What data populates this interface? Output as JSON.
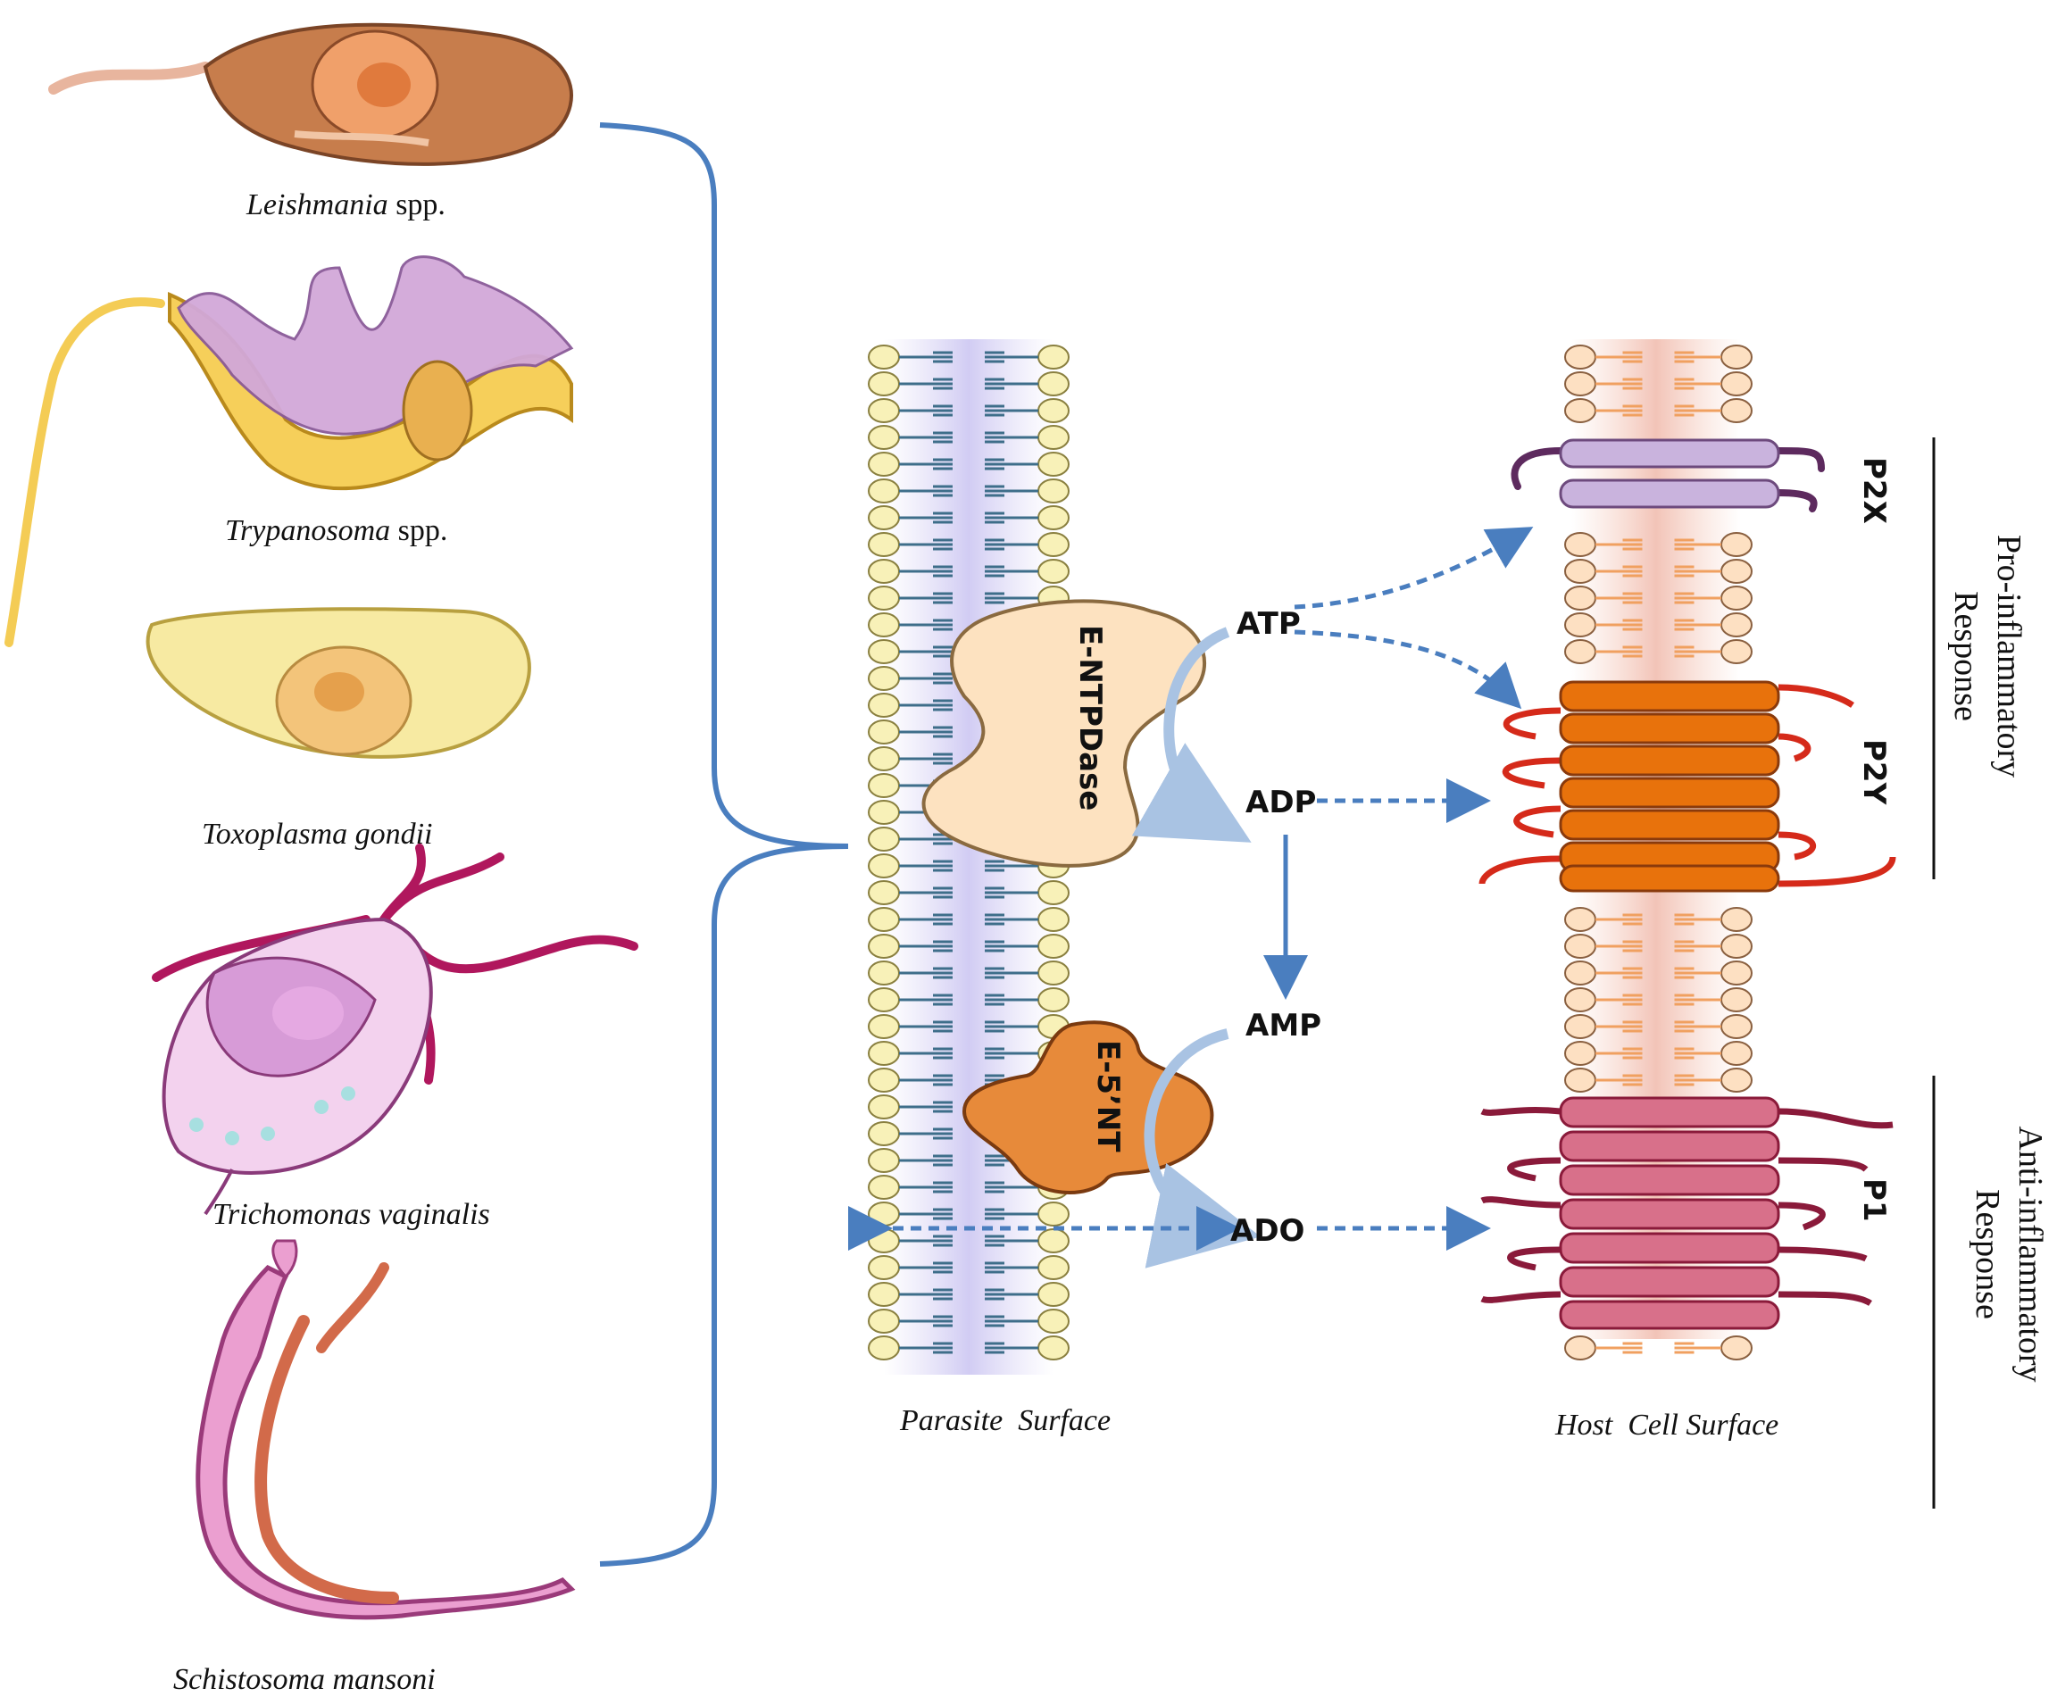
{
  "organisms": [
    {
      "genus": "Leishmania",
      "suffix": " spp."
    },
    {
      "genus": "Trypanosoma",
      "suffix": " spp."
    },
    {
      "genus": "Toxoplasma gondii",
      "suffix": ""
    },
    {
      "genus": "Trichomonas vaginalis",
      "suffix": ""
    },
    {
      "genus": "Schistosoma mansoni",
      "suffix": ""
    }
  ],
  "enzymes": {
    "entpdase": "E-NTPDase",
    "e5nt": "E-5’NT"
  },
  "metabolites": {
    "atp": "ATP",
    "adp": "ADP",
    "amp": "AMP",
    "ado": "ADO"
  },
  "receptors": {
    "p2x": "P2X",
    "p2y": "P2Y",
    "p1": "P1"
  },
  "responses": {
    "pro": {
      "line1": "Pro-inflammatory",
      "line2": "Response"
    },
    "anti": {
      "line1": "Anti-inflammatory",
      "line2": "Response"
    }
  },
  "surfaces": {
    "parasite": "Parasite  Surface",
    "host": "Host  Cell Surface"
  },
  "colors": {
    "arrow": "#4a7ebf",
    "parasite_head": "#f8f1b8",
    "host_head": "#fde0c2",
    "p2x": "#c9b3dd",
    "p2y": "#e8720c",
    "p1": "#d8708a"
  }
}
